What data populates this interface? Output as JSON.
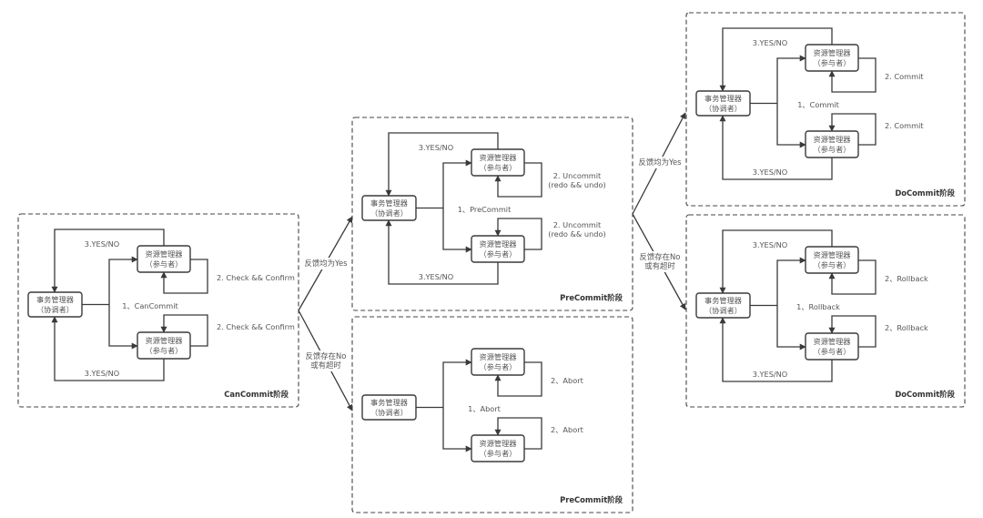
{
  "diagram": {
    "title": "三阶段提交 (3PC) 流程",
    "colors": {
      "line": "#3a3a3a",
      "text": "#555555",
      "phase": "#333333",
      "background": "#ffffff"
    },
    "nodes": {
      "coordinator": [
        "事务管理器",
        "（协调者）"
      ],
      "participant": [
        "资源管理器",
        "（参与者）"
      ]
    },
    "panels": [
      {
        "id": "cancommit",
        "phase_label": "CanCommit阶段",
        "step1": "1、CanCommit",
        "step2_top": [
          "2. Check && Confirm"
        ],
        "step2_bottom": [
          "2. Check && Confirm"
        ],
        "feedback_top": "3.YES/NO",
        "feedback_bottom": "3.YES/NO"
      },
      {
        "id": "precommit-yes",
        "phase_label": "PreCommit阶段",
        "step1": "1、PreCommit",
        "step2_top": [
          "2. Uncommit",
          "(redo && undo)"
        ],
        "step2_bottom": [
          "2. Uncommit",
          "(redo && undo)"
        ],
        "feedback_top": "3.YES/NO",
        "feedback_bottom": "3.YES/NO"
      },
      {
        "id": "precommit-abort",
        "phase_label": "PreCommit阶段",
        "step1": "1、Abort",
        "step2_top": [
          "2、Abort"
        ],
        "step2_bottom": [
          "2、Abort"
        ],
        "feedback_top": null,
        "feedback_bottom": null
      },
      {
        "id": "docommit-commit",
        "phase_label": "DoCommit阶段",
        "step1": "1、Commit",
        "step2_top": [
          "2. Commit"
        ],
        "step2_bottom": [
          "2. Commit"
        ],
        "feedback_top": "3.YES/NO",
        "feedback_bottom": "3.YES/NO"
      },
      {
        "id": "docommit-rollback",
        "phase_label": "DoCommit阶段",
        "step1": "1、Rollback",
        "step2_top": [
          "2、Rollback"
        ],
        "step2_bottom": [
          "2、Rollback"
        ],
        "feedback_top": "3.YES/NO",
        "feedback_bottom": "3.YES/NO"
      }
    ],
    "transitions": [
      {
        "from": "cancommit",
        "to": "precommit-yes",
        "label": [
          "反馈均为Yes"
        ]
      },
      {
        "from": "cancommit",
        "to": "precommit-abort",
        "label": [
          "反馈存在No",
          "或有超时"
        ]
      },
      {
        "from": "precommit-yes",
        "to": "docommit-commit",
        "label": [
          "反馈均为Yes"
        ]
      },
      {
        "from": "precommit-yes",
        "to": "docommit-rollback",
        "label": [
          "反馈存在No",
          "或有超时"
        ]
      }
    ]
  }
}
